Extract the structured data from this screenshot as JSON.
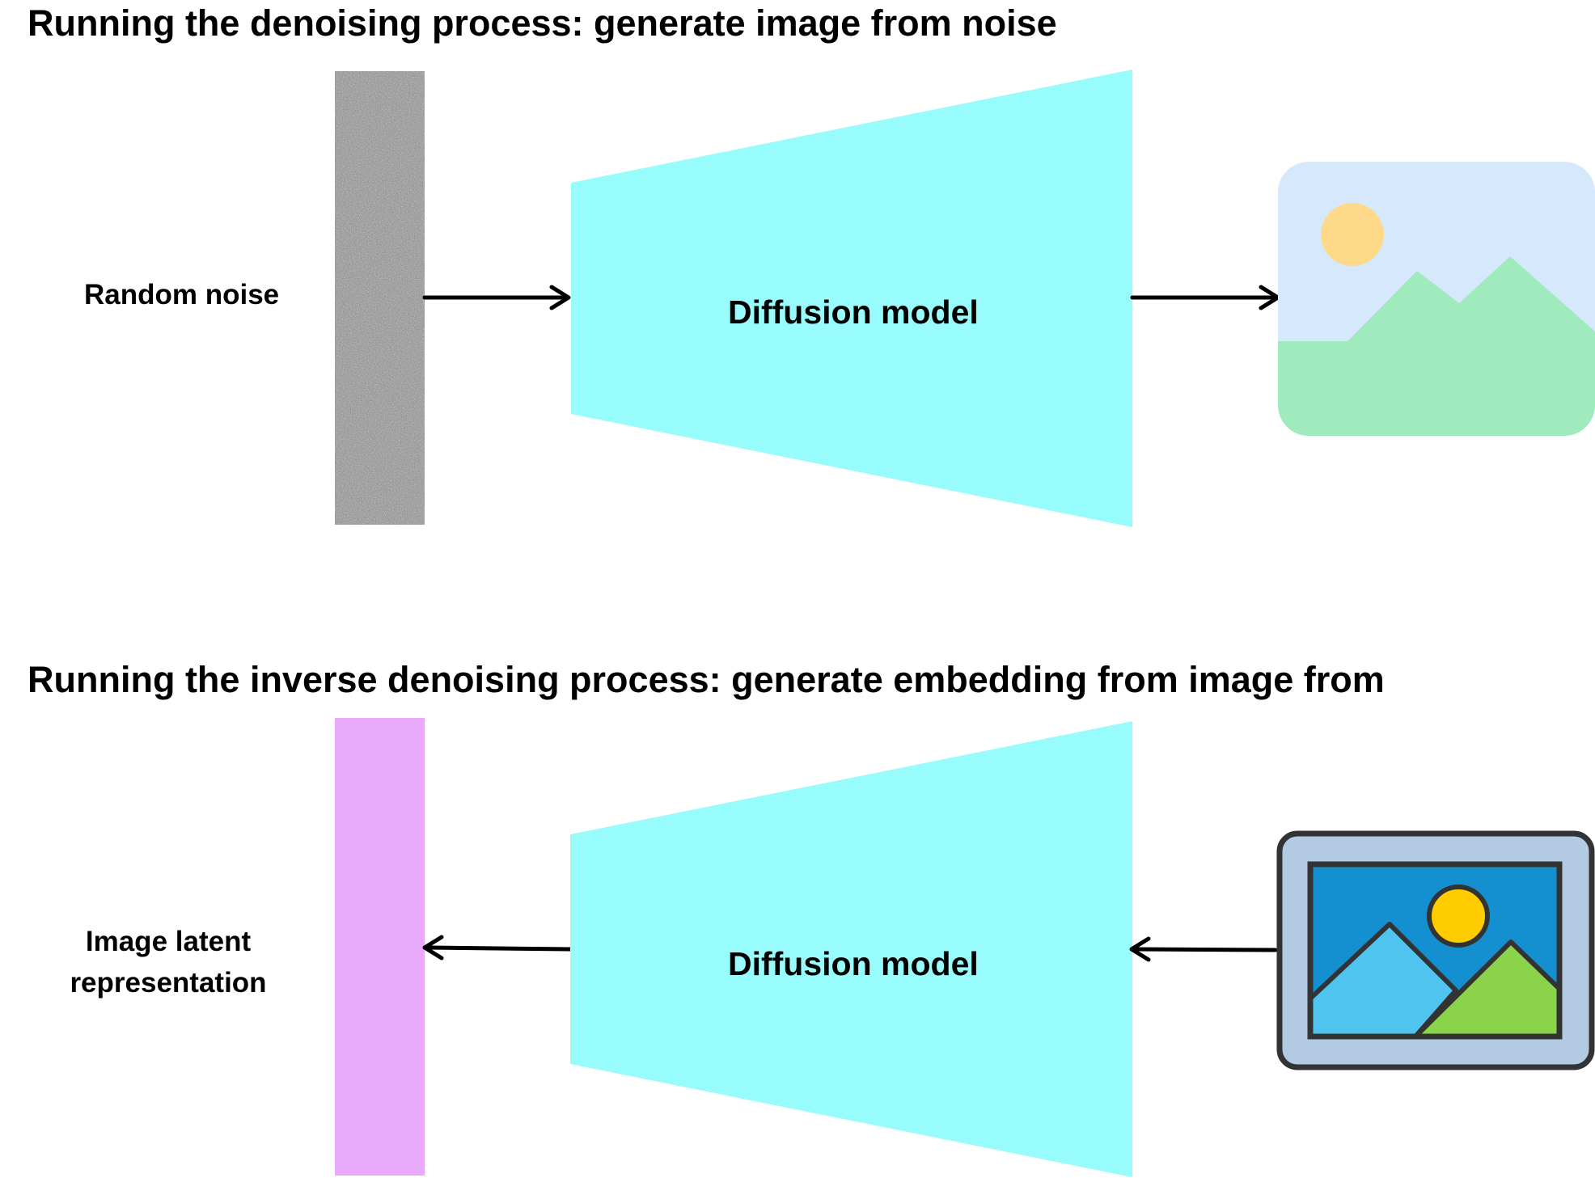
{
  "sections": [
    {
      "title": "Running the denoising process: generate image from noise",
      "input_label": "Random noise",
      "model_label": "Diffusion model"
    },
    {
      "title": "Running the inverse denoising process: generate embedding from image from",
      "output_label_line1": "Image latent",
      "output_label_line2": "representation",
      "model_label": "Diffusion model"
    }
  ],
  "colors": {
    "model_fill": "#99FCFC",
    "latent_fill": "#E9AAFB",
    "noise_base": "#8a8a8a",
    "sky": "#D6E8FC",
    "sun_pastel": "#FFD98A",
    "hills_pastel": "#9FEBBD",
    "frame_outer": "#B3CBE2",
    "frame_stroke": "#333333",
    "frame_sky": "#1490D0",
    "sun_bright": "#FFCC00",
    "hill_blue": "#4FC4EE",
    "hill_green": "#8AD34B"
  },
  "icons": {
    "output_image": "landscape-image-icon",
    "input_image": "framed-picture-icon"
  }
}
